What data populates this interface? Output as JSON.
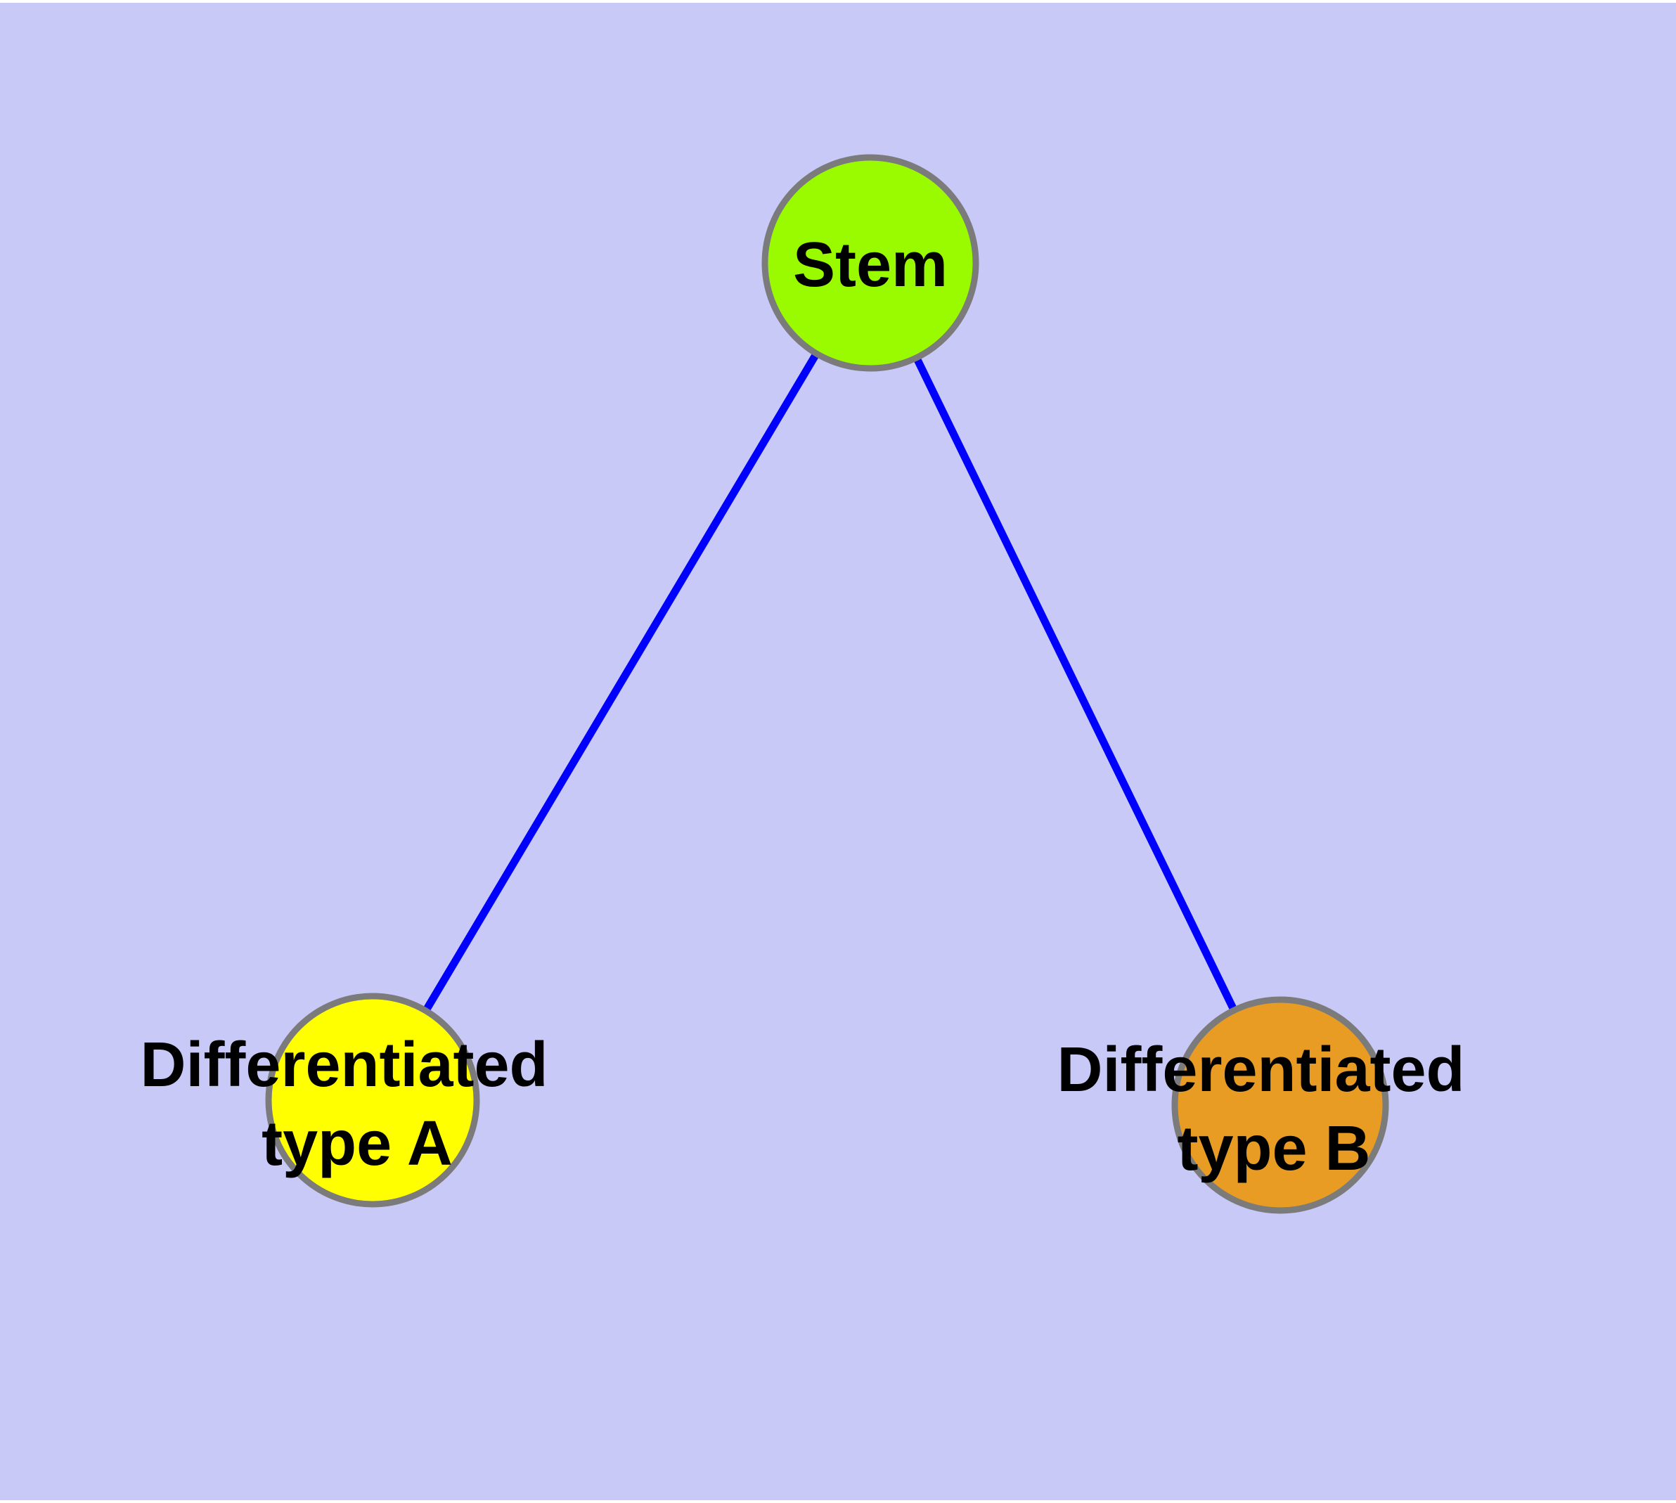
{
  "diagram": {
    "background_color": "#C9C9F8",
    "edge_color": "#0000FF",
    "node_border_color": "#7B7B7B",
    "text_color": "#000000",
    "nodes": [
      {
        "id": "stem",
        "label": "Stem",
        "fill": "#9AFB00"
      },
      {
        "id": "differentiated-type-a",
        "label_line1": "Differentiated",
        "label_line2": "type A",
        "fill": "#FFFF00"
      },
      {
        "id": "differentiated-type-b",
        "label_line1": "Differentiated",
        "label_line2": "type B",
        "fill": "#E89C24"
      }
    ],
    "edges": [
      {
        "from": "Stem",
        "to": "Differentiated type A"
      },
      {
        "from": "Stem",
        "to": "Differentiated type B"
      }
    ]
  }
}
